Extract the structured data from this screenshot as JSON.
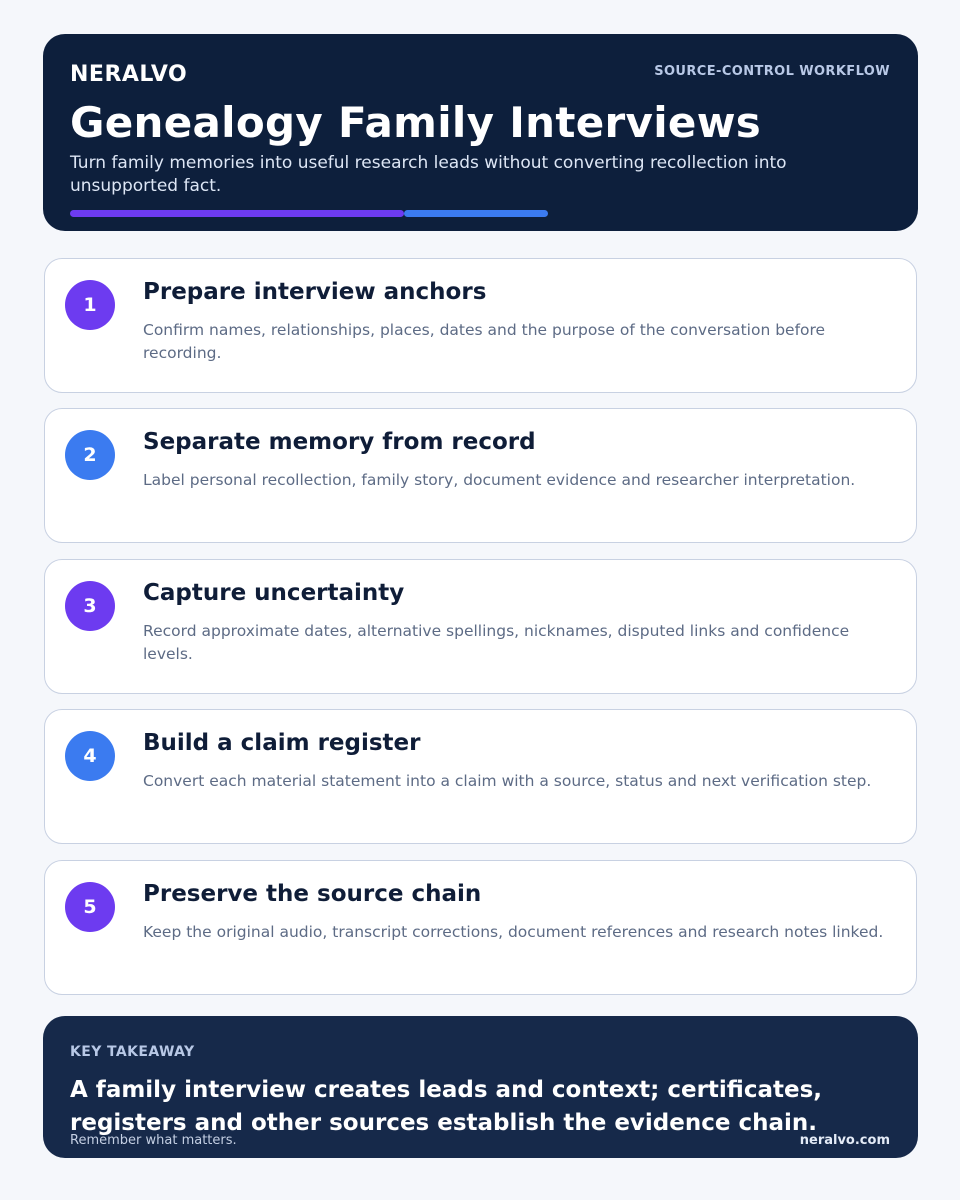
{
  "header": {
    "brand": "NERALVO",
    "workflow_tag": "SOURCE-CONTROL WORKFLOW",
    "title": "Genealogy Family Interviews",
    "subtitle": "Turn family memories into useful research leads without converting recollection into unsupported fact."
  },
  "colors": {
    "header_bg": "#0d1f3c",
    "takeaway_bg": "#16294a",
    "accent_purple": "#6d3bf0",
    "accent_blue": "#3b7bf0"
  },
  "steps": [
    {
      "number": "1",
      "title": "Prepare interview anchors",
      "description": "Confirm names, relationships, places, dates and the purpose of the conversation before recording.",
      "badge_color": "#6d3bf0"
    },
    {
      "number": "2",
      "title": "Separate memory from record",
      "description": "Label personal recollection, family story, document evidence and researcher interpretation.",
      "badge_color": "#3b7bf0"
    },
    {
      "number": "3",
      "title": "Capture uncertainty",
      "description": "Record approximate dates, alternative spellings, nicknames, disputed links and confidence levels.",
      "badge_color": "#6d3bf0"
    },
    {
      "number": "4",
      "title": "Build a claim register",
      "description": "Convert each material statement into a claim with a source, status and next verification step.",
      "badge_color": "#3b7bf0"
    },
    {
      "number": "5",
      "title": "Preserve the source chain",
      "description": "Keep the original audio, transcript corrections, document references and research notes linked.",
      "badge_color": "#6d3bf0"
    }
  ],
  "takeaway": {
    "label": "KEY TAKEAWAY",
    "text": "A family interview creates leads and context; certificates, registers and other sources establish the evidence chain."
  },
  "footer": {
    "tagline": "Remember what matters.",
    "site": "neralvo.com"
  }
}
